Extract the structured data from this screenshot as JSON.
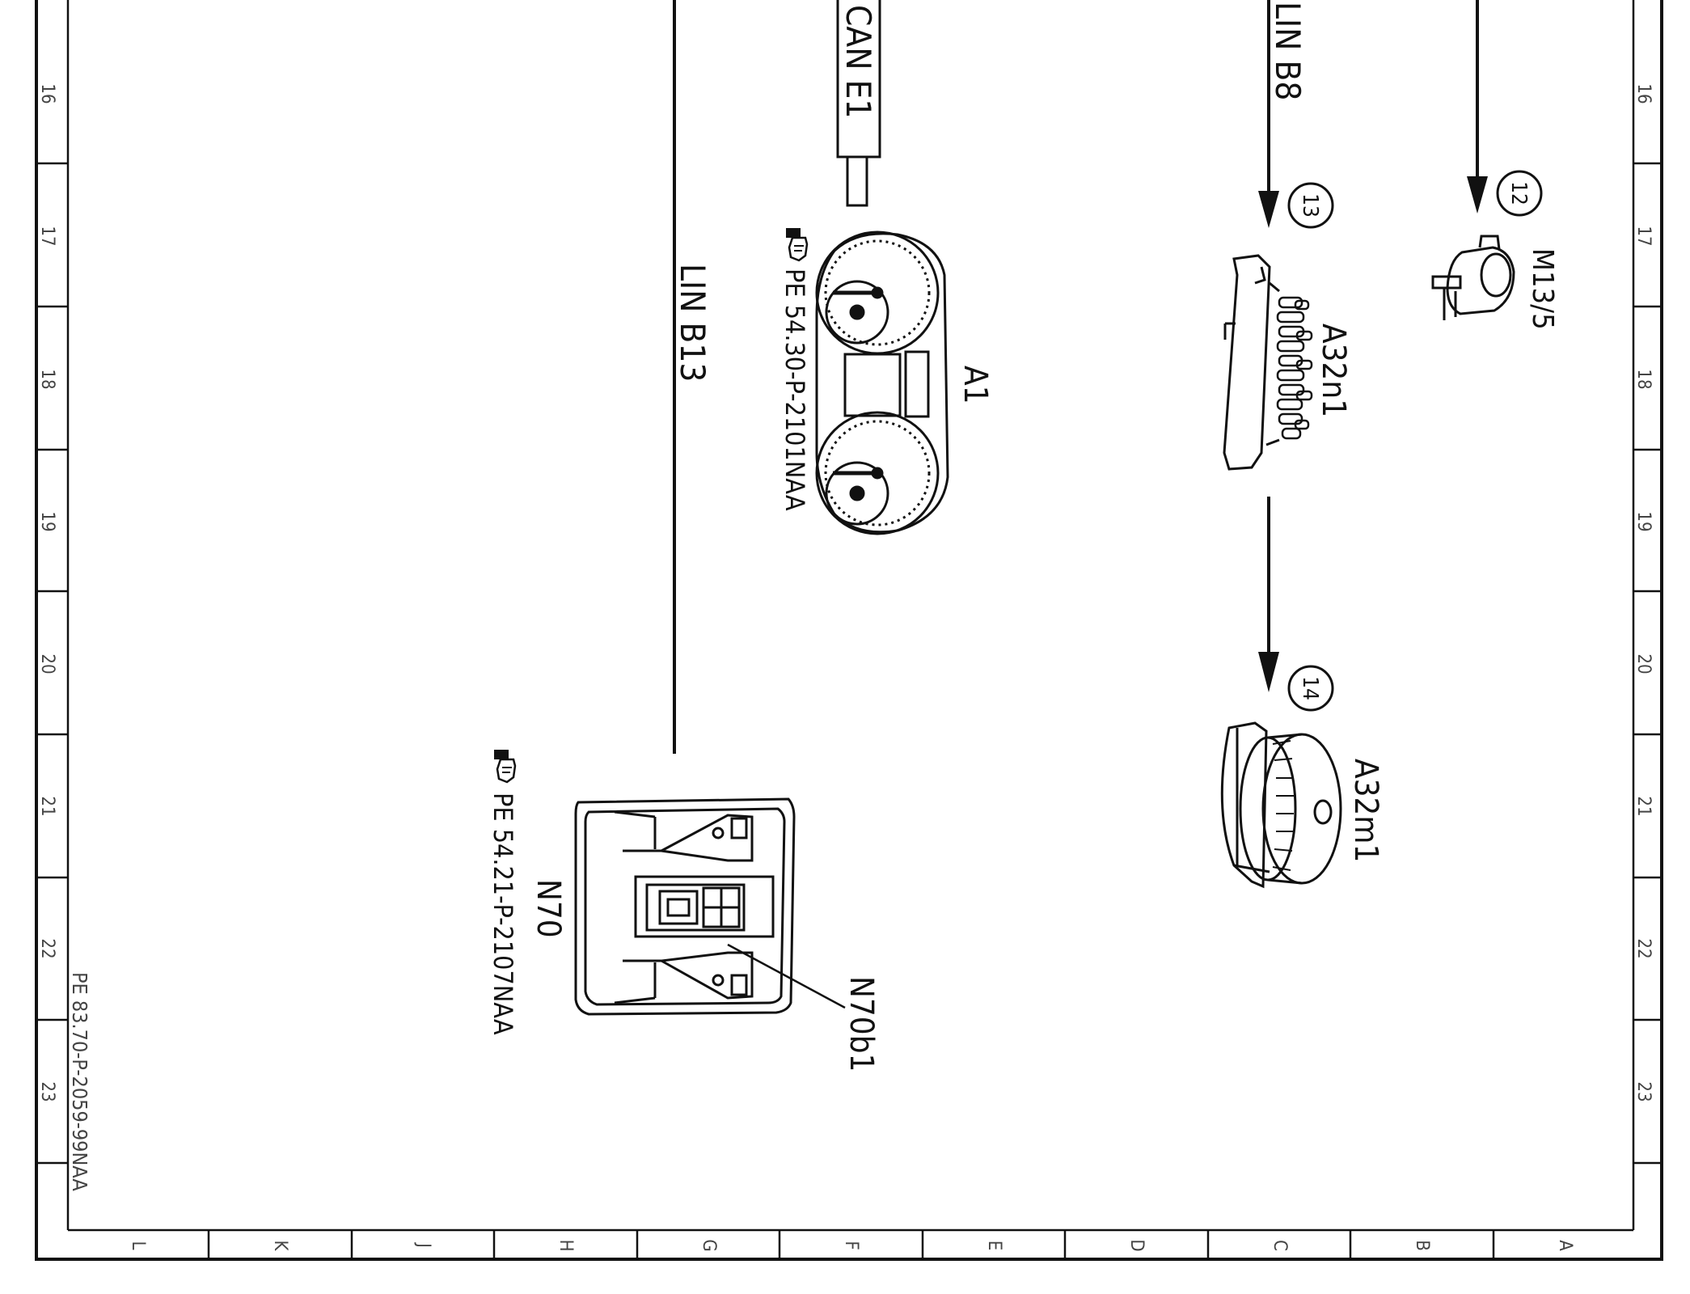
{
  "frame": {
    "row_labels": [
      "16",
      "17",
      "18",
      "19",
      "20",
      "21",
      "22",
      "23"
    ],
    "column_labels": [
      "L",
      "K",
      "J",
      "H",
      "G",
      "F",
      "E",
      "D",
      "C",
      "B",
      "A"
    ]
  },
  "drawing_number": "PE 83.70-P-2059-99NAA",
  "buses": {
    "can_e1": "CAN E1",
    "lin_b8": "LIN B8",
    "lin_b13": "LIN B13"
  },
  "callouts": {
    "c12": "12",
    "c13": "13",
    "c14": "14"
  },
  "components": {
    "a1": "A1",
    "a1_ref": "PE 54.30-P-2101NAA",
    "a32n1": "A32n1",
    "a32m1": "A32m1",
    "m13_5": "M13/5",
    "n70": "N70",
    "n70_ref": "PE 54.21-P-2107NAA",
    "n70b1": "N70b1"
  },
  "icons": {
    "reference": "hand-pointer-icon"
  }
}
